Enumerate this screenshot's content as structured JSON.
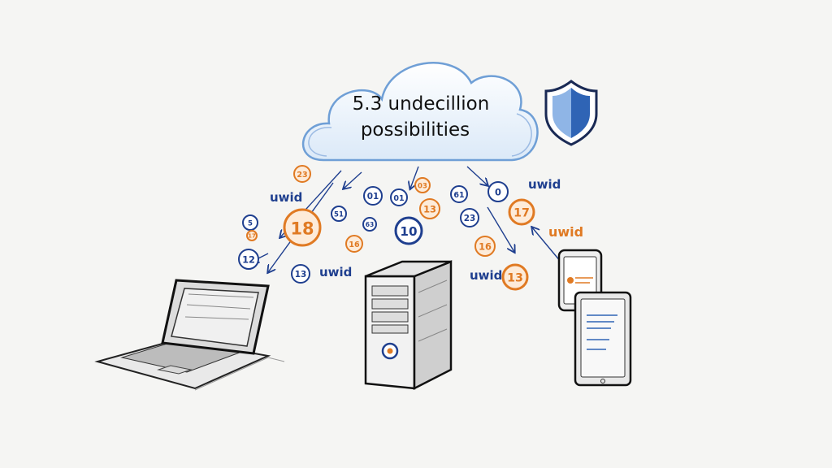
{
  "cloud": {
    "line1": "5.3 undecillion",
    "line2": "possibilities"
  },
  "labels": [
    {
      "text": "uwid",
      "color": "#1f3f8f"
    },
    {
      "text": "uwid",
      "color": "#1f3f8f"
    },
    {
      "text": "uwid",
      "color": "#1f3f8f"
    },
    {
      "text": "uwid",
      "color": "#1f3f8f"
    },
    {
      "text": "uwid",
      "color": "#e07a23"
    }
  ],
  "coins": [
    {
      "text": "23",
      "color": "#e07a23"
    },
    {
      "text": "01",
      "color": "#1f3f8f"
    },
    {
      "text": "03",
      "color": "#e07a23"
    },
    {
      "text": "01",
      "color": "#1f3f8f"
    },
    {
      "text": "13",
      "color": "#e07a23"
    },
    {
      "text": "61",
      "color": "#1f3f8f"
    },
    {
      "text": "0",
      "color": "#1f3f8f"
    },
    {
      "text": "17",
      "color": "#e07a23"
    },
    {
      "text": "5",
      "color": "#1f3f8f"
    },
    {
      "text": "18",
      "color": "#e07a23"
    },
    {
      "text": "51",
      "color": "#1f3f8f"
    },
    {
      "text": "63",
      "color": "#1f3f8f"
    },
    {
      "text": "10",
      "color": "#1f3f8f"
    },
    {
      "text": "23",
      "color": "#1f3f8f"
    },
    {
      "text": "16",
      "color": "#e07a23"
    },
    {
      "text": "12",
      "color": "#1f3f8f"
    },
    {
      "text": "13",
      "color": "#1f3f8f"
    },
    {
      "text": "16",
      "color": "#e07a23"
    },
    {
      "text": "13",
      "color": "#e07a23"
    },
    {
      "text": "17",
      "color": "#e07a23"
    }
  ],
  "colors": {
    "blue": "#1f3f8f",
    "orange": "#e07a23",
    "shield_blue": "#2f64b5",
    "cloud_fill": "#eaf2fb"
  }
}
